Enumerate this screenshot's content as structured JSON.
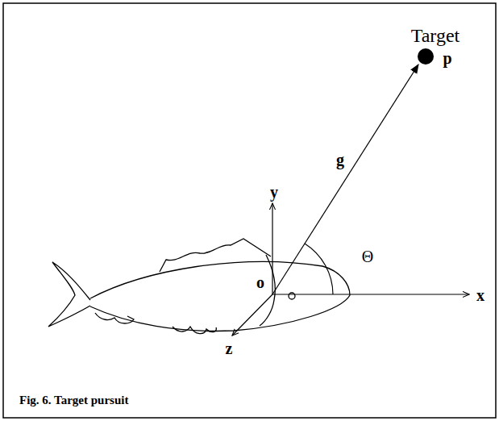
{
  "diagram": {
    "caption": "Fig. 6. Target pursuit",
    "labels": [
      "Target",
      "p",
      "y",
      "g",
      "Θ",
      "o",
      "x",
      "z"
    ]
  }
}
